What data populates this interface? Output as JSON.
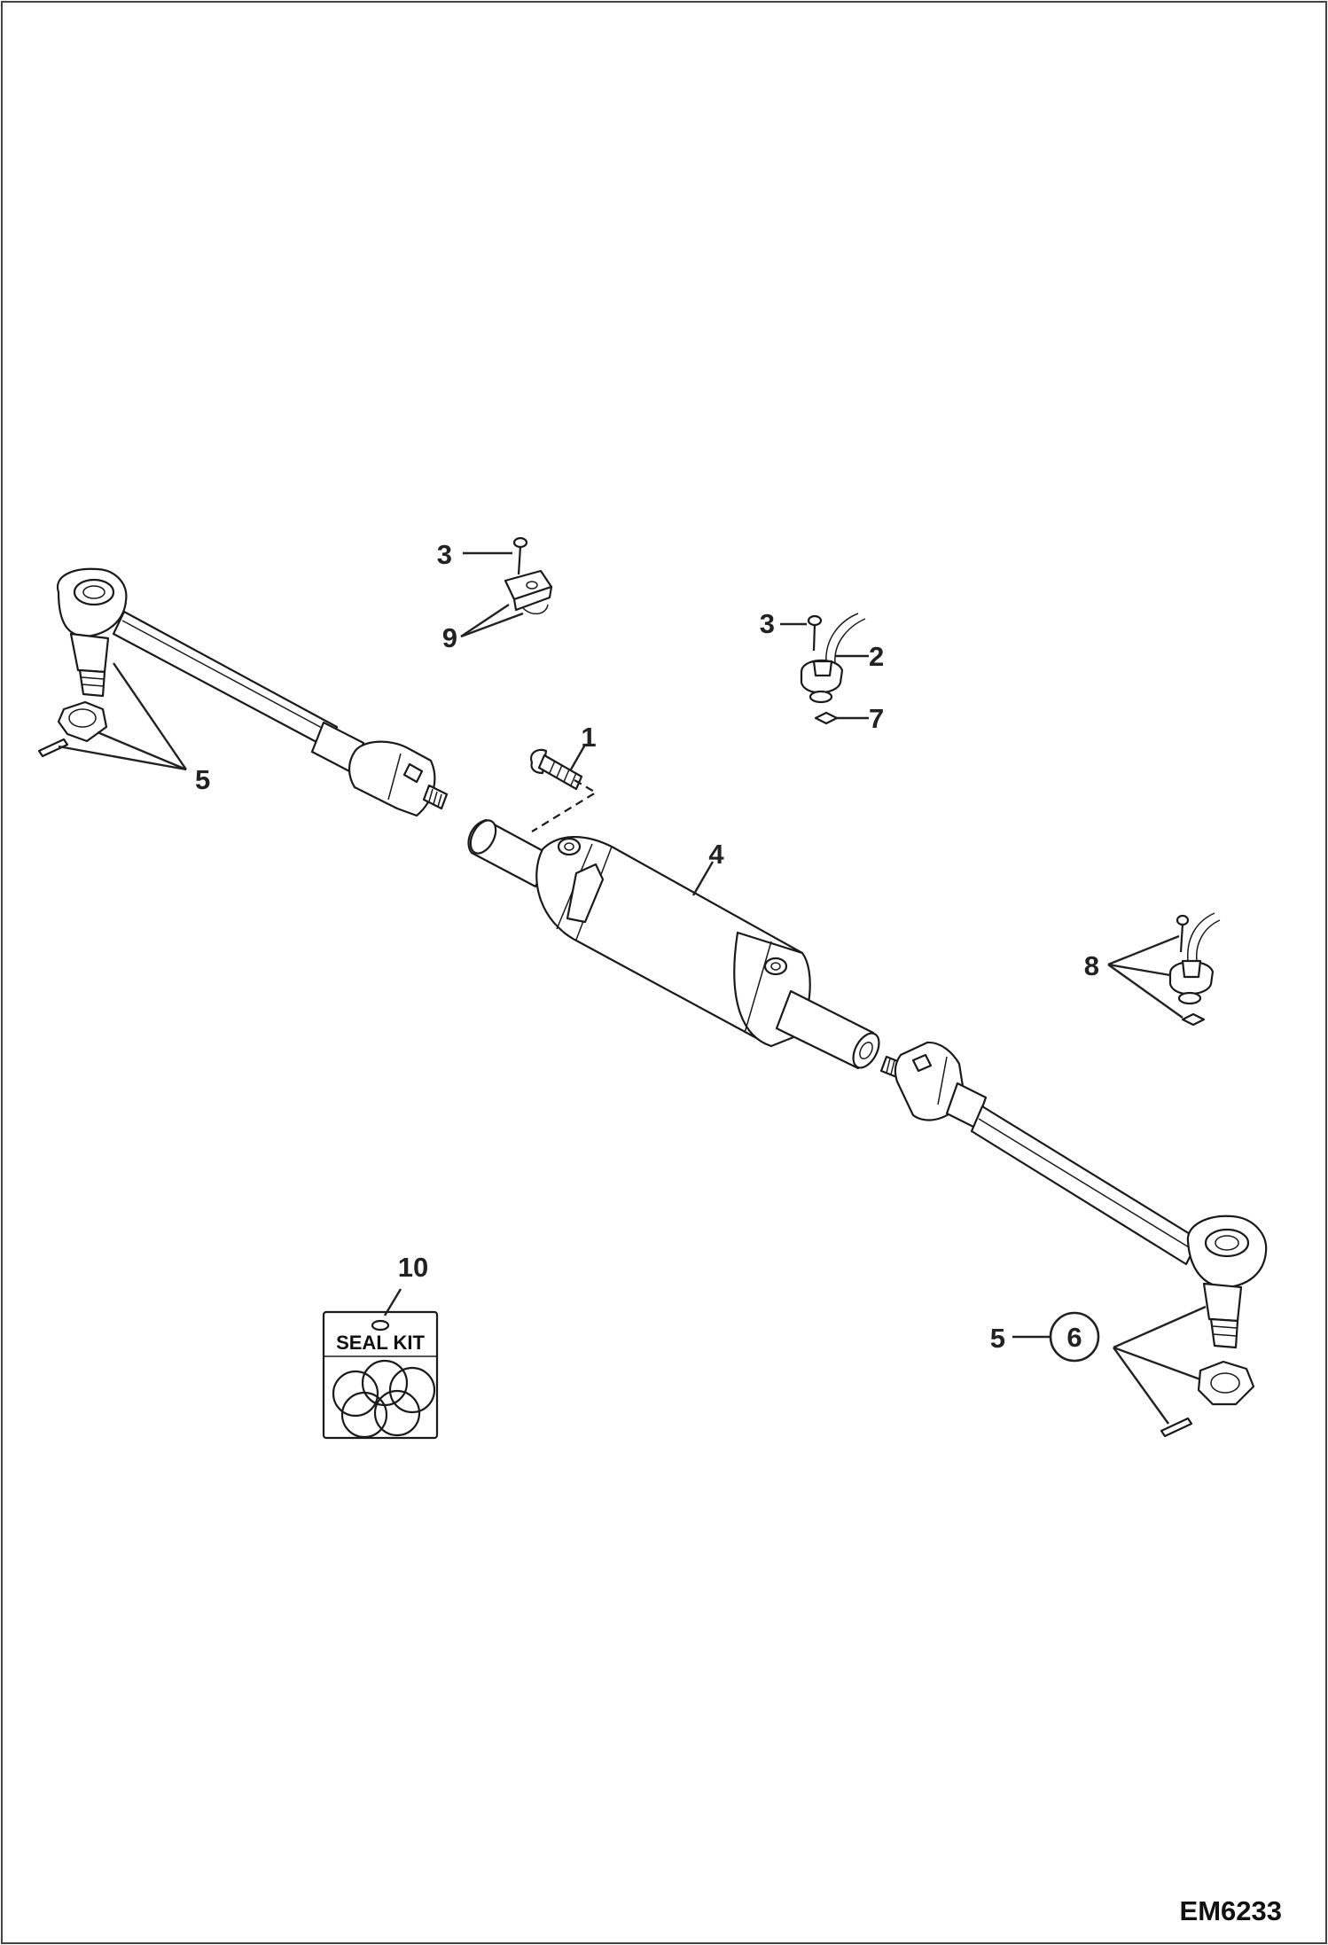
{
  "callouts": {
    "c1": "1",
    "c2": "2",
    "c3a": "3",
    "c3b": "3",
    "c4": "4",
    "c5a": "5",
    "c5b": "5",
    "c6": "6",
    "c7": "7",
    "c8": "8",
    "c9": "9",
    "c10": "10"
  },
  "seal_kit": {
    "label": "SEAL KIT"
  },
  "figure_code": "EM6233",
  "colors": {
    "line": "#1a1a1a",
    "background": "#ffffff",
    "frame": "#444444"
  }
}
